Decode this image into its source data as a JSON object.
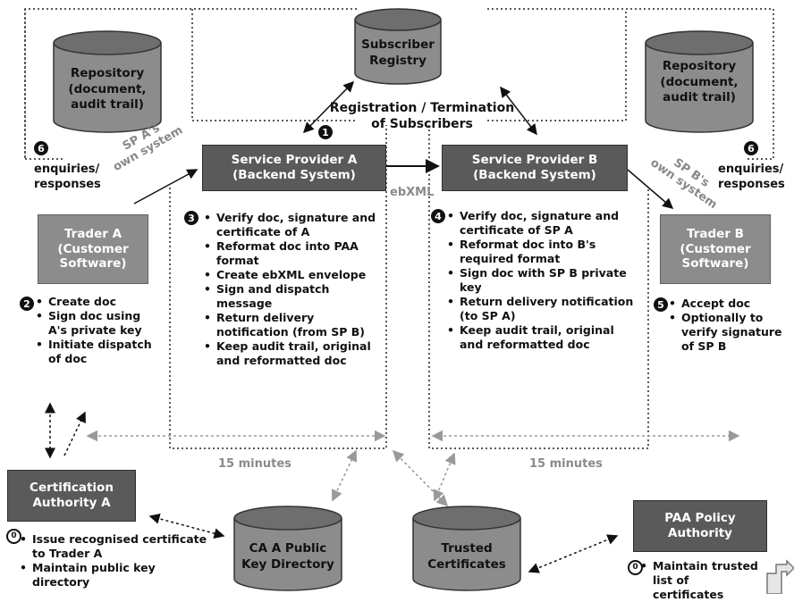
{
  "registry": {
    "label_line1": "Subscriber",
    "label_line2": "Registry"
  },
  "repo_a": {
    "l1": "Repository",
    "l2": "(document,",
    "l3": "audit trail)"
  },
  "repo_b": {
    "l1": "Repository",
    "l2": "(document,",
    "l3": "audit trail)"
  },
  "registration": {
    "l1": "Registration / Termination",
    "l2": "of Subscribers"
  },
  "steps": {
    "s0a": "0",
    "s0b": "0",
    "s1": "1",
    "s2": "2",
    "s3": "3",
    "s4": "4",
    "s5": "5",
    "s6a": "6",
    "s6b": "6"
  },
  "enquiries_a": {
    "l1": "enquiries/",
    "l2": "responses"
  },
  "enquiries_b": {
    "l1": "enquiries/",
    "l2": "responses"
  },
  "sp_a_own": {
    "l1": "SP A's",
    "l2": "own system"
  },
  "sp_b_own": {
    "l1": "SP B's",
    "l2": "own system"
  },
  "sp_a": {
    "l1": "Service Provider A",
    "l2": "(Backend System)"
  },
  "sp_b": {
    "l1": "Service Provider B",
    "l2": "(Backend System)"
  },
  "ebxml": "ebXML",
  "trader_a": {
    "l1": "Trader A",
    "l2": "(Customer",
    "l3": "Software)"
  },
  "trader_b": {
    "l1": "Trader B",
    "l2": "(Customer",
    "l3": "Software)"
  },
  "trader_a_steps": [
    "Create doc",
    "Sign doc using A's private key",
    "Initiate dispatch of doc"
  ],
  "sp_a_steps": [
    "Verify doc, signature and certificate of A",
    "Reformat doc into PAA format",
    "Create ebXML envelope",
    "Sign and dispatch message",
    "Return delivery notification (from SP B)",
    "Keep audit trail, original and reformatted doc"
  ],
  "sp_b_steps": [
    "Verify doc, signature and certificate of SP A",
    "Reformat doc into B's required format",
    "Sign doc with SP B private key",
    "Return delivery notification (to SP A)",
    "Keep audit trail, original and reformatted doc"
  ],
  "trader_b_steps": [
    "Accept doc",
    "Optionally to verify signature of SP B"
  ],
  "fifteen_a": "15 minutes",
  "fifteen_b": "15 minutes",
  "ca_a": {
    "l1": "Certification",
    "l2": "Authority A"
  },
  "ca_a_steps": [
    "Issue recognised certificate to Trader A",
    "Maintain public key directory"
  ],
  "ca_dir": {
    "l1": "CA A Public",
    "l2": "Key Directory"
  },
  "trusted": {
    "l1": "Trusted",
    "l2": "Certificates"
  },
  "paa": {
    "l1": "PAA Policy",
    "l2": "Authority"
  },
  "paa_steps": [
    "Maintain trusted list of certificates"
  ]
}
